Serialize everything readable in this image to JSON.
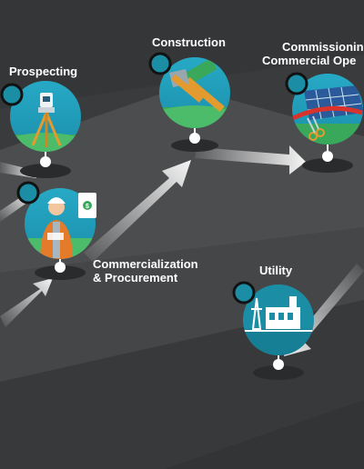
{
  "stages": {
    "prospecting": {
      "label": "Prospecting",
      "icon": "surveyor-theodolite-icon"
    },
    "commercialization": {
      "label_line1": "Commercialization",
      "label_line2": "& Procurement",
      "icon": "engineer-contract-icon"
    },
    "construction": {
      "label": "Construction",
      "icon": "hammer-ruler-icon"
    },
    "commissioning": {
      "label_line1": "Commissioning",
      "label_line2": "Commercial Ope",
      "icon": "solar-panel-ribbon-icon"
    },
    "utility": {
      "label": "Utility",
      "icon": "power-substation-icon"
    }
  },
  "colors": {
    "background": "#3a3b3d",
    "platform": "#5b5c5f",
    "circle_fill": "#1b9bb5",
    "marker_fill": "#1b8ea6",
    "arrow": "#f2f2f2"
  }
}
